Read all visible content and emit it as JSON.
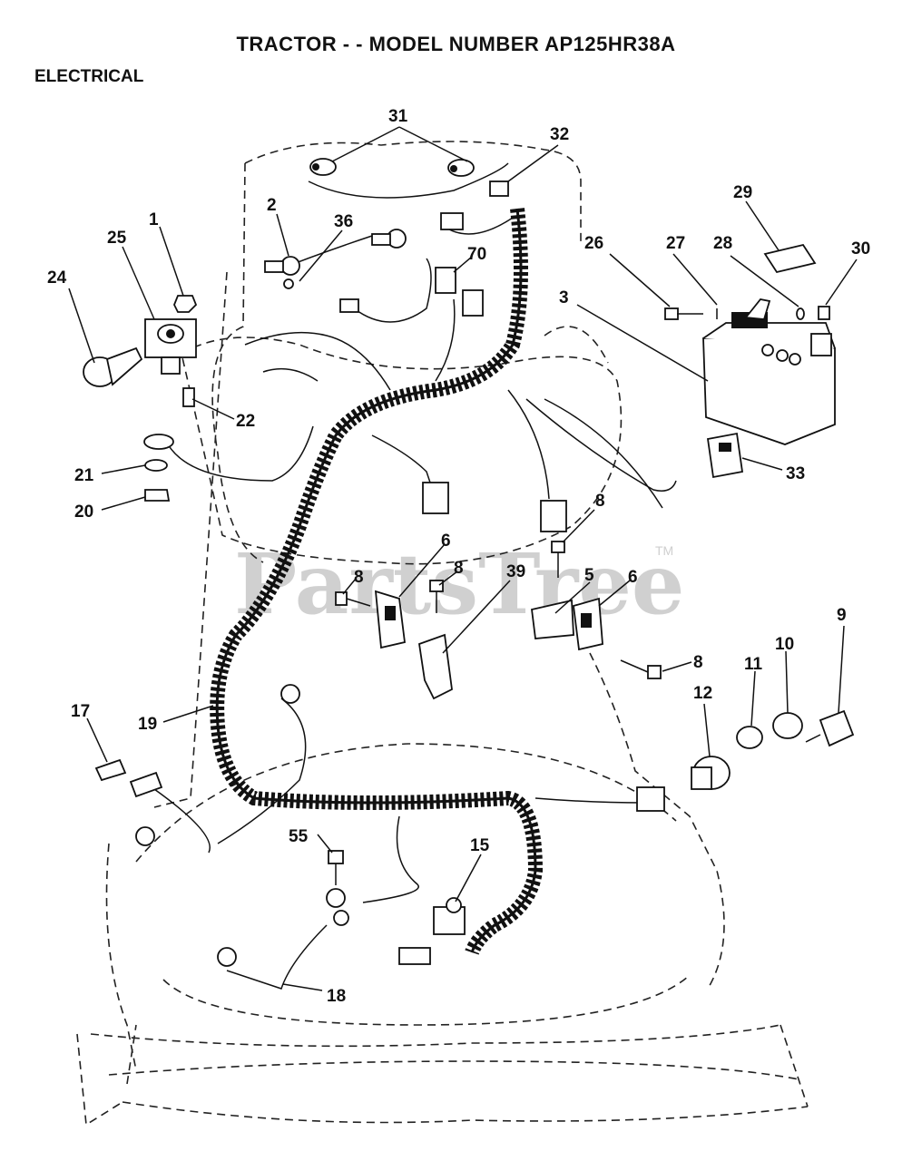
{
  "header": {
    "title": "TRACTOR - - MODEL NUMBER AP125HR38A",
    "section": "ELECTRICAL"
  },
  "watermark": {
    "text": "PartsTree",
    "trademark": "TM"
  },
  "callouts": [
    {
      "label": "31"
    },
    {
      "label": "32"
    },
    {
      "label": "2"
    },
    {
      "label": "36"
    },
    {
      "label": "70"
    },
    {
      "label": "1"
    },
    {
      "label": "25"
    },
    {
      "label": "24"
    },
    {
      "label": "22"
    },
    {
      "label": "21"
    },
    {
      "label": "20"
    },
    {
      "label": "29"
    },
    {
      "label": "26"
    },
    {
      "label": "27"
    },
    {
      "label": "28"
    },
    {
      "label": "30"
    },
    {
      "label": "3"
    },
    {
      "label": "33"
    },
    {
      "label": "8"
    },
    {
      "label": "6"
    },
    {
      "label": "8"
    },
    {
      "label": "8"
    },
    {
      "label": "39"
    },
    {
      "label": "5"
    },
    {
      "label": "6"
    },
    {
      "label": "8"
    },
    {
      "label": "9"
    },
    {
      "label": "10"
    },
    {
      "label": "11"
    },
    {
      "label": "12"
    },
    {
      "label": "17"
    },
    {
      "label": "19"
    },
    {
      "label": "55"
    },
    {
      "label": "15"
    },
    {
      "label": "18"
    }
  ]
}
